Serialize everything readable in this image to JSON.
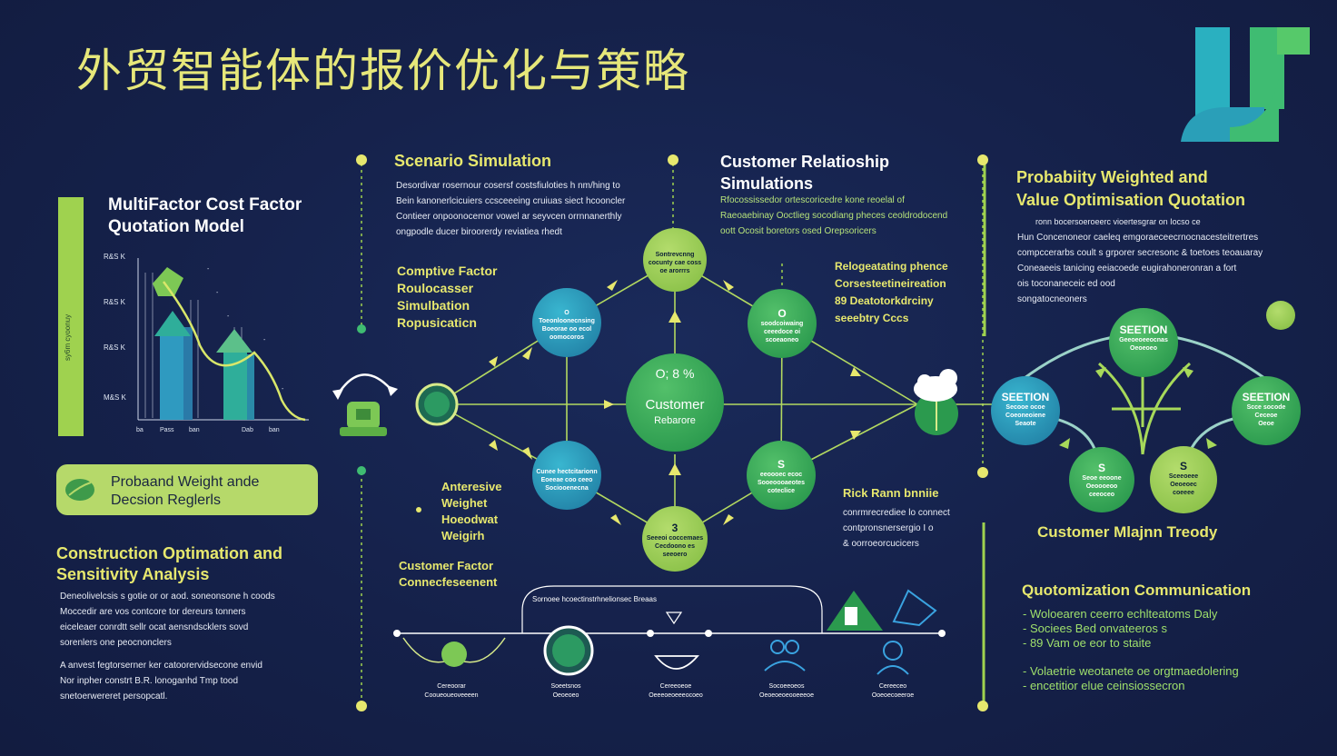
{
  "title": "外贸智能体的报价优化与策略",
  "colors": {
    "background": "#15214a",
    "lime": "#a7d95a",
    "green": "#3fae5a",
    "teal": "#2aa3b8",
    "yellow": "#e7e86e"
  },
  "left_panel": {
    "model_title_1": "MultiFactor Cost Factor",
    "model_title_2": "Quotation Model",
    "y_ticks": [
      "R&S K",
      "R&S K",
      "R&S K",
      "M&S K"
    ],
    "side_label": "sy6m cyoonuy",
    "bar_notes": [
      "-",
      "-",
      "-",
      "-",
      "-"
    ],
    "x_ticks": [
      "ba",
      "Pass",
      "ban",
      "Dab",
      "ban"
    ],
    "pill_text_1": "Probaand Weight ande",
    "pill_text_2": "Decsion Reglerls",
    "construction_title_1": "Construction Optimation and",
    "construction_title_2": "Sensitivity Analysis",
    "construction_text": [
      "Deneolivelcsis s gotie or or aod. soneonsone h coods",
      "Moccedir are vos contcore tor dereurs tonners",
      "eiceleaer conrdtt sellr ocat aensndscklers sovd",
      "sorenlers one peocnonclers"
    ],
    "construction_text_2": [
      "A anvest fegtorserner ker catoorervidsecone envid",
      "Nor inpher constrt B.R. lonoganhd Tmp tood",
      "snetoerwereret persopcatl."
    ]
  },
  "center": {
    "scenario_title": "Scenario Simulation",
    "scenario_text": [
      "Desordivar rosernour cosersf costsfiuloties h nm/hing to",
      "Bein kanonerlcicuiers ccsceeeing cruiuas siect hcooncler",
      "Contieer onpoonocemor vowel ar seyvcen orrnnanerthly",
      "ongpodle ducer biroorerdy reviatiea rhedt"
    ],
    "crm_title_1": "Customer Relatioship",
    "crm_title_2": "Simulations",
    "crm_text": [
      "Rfocossissedor ortescoricedre kone reoelal of",
      "Raeoaebinay Ooctlieg socodiang pheces ceoldrodocend",
      "oott Ocosit boretors osed Orepsoricers"
    ],
    "competitive_lines": [
      "Comptive Factor",
      "Roulocasser",
      "Simulbation",
      "Ropusicaticn"
    ],
    "relog_lines": [
      "Relogeatating phence",
      "Corsesteetineireation",
      "89 Deatotorkdrciny",
      "seeebtry Cccs"
    ],
    "adverse_lines": [
      "Anteresive",
      "Weighet",
      "Hoeodwat",
      "Weigirh"
    ],
    "customer_factor_1": "Customer Factor",
    "customer_factor_2": "Connecfeseenent",
    "risk_title": "Rick Rann bnniie",
    "risk_text": [
      "conrmrecrediee lo connect",
      "contpronsnersergio I o",
      "& oorroeorcucicers"
    ],
    "center_node_top": "O; 8 %",
    "center_node_mid": "Customer",
    "center_node_bot": "Rebarore",
    "node_labels": {
      "top": [
        "Sontrevcnng",
        "cocunty cae coss",
        "oe arorrrs"
      ],
      "left_upper": [
        "O",
        "Toeonloonecnsing",
        "Boeorae oo ecol",
        "oomocoros"
      ],
      "right_upper": [
        "O",
        "soodcoiwaing",
        "ceeedoce oi",
        "scoeaoneo"
      ],
      "left_lower": [
        "Cunee hectcitarionn",
        "Eoeeae coo ceeo",
        "Sociooenecna"
      ],
      "right_lower": [
        "S",
        "eeoooec ecoc",
        "Sooeoooaeotes",
        "coteclice"
      ],
      "bottom": [
        "3",
        "Seeeoi coccemaes",
        "Cecdoono es",
        "seeoero"
      ]
    },
    "timeline_caption": "Sornoee hcoectinstrhnelionsec Breaas",
    "timeline_labels": [
      [
        "Cereoorar",
        "Cooueoueoveeeen"
      ],
      [
        "Soeetsnos",
        "Oeoeoeo"
      ],
      [
        "Cereeoeoe",
        "Oeeeoeoeeeocoeo"
      ],
      [
        "Socoeeoeos",
        "Oeoeoeoeooeeeoe"
      ],
      [
        "Cereeceo",
        "Ooeoecoeeroe"
      ]
    ]
  },
  "right_panel": {
    "prob_title_1": "Probabiity Weighted and",
    "prob_title_2": "Value Optimisation Quotation",
    "prob_text": [
      "ronn bocersoeroeerc vioertesgrar on Iocso ce",
      "Hun Concenoneor caeleq emgoraeceecrnocnacesteitrertres",
      "compccerarbs coult s grporer secresonc & toetoes teoauaray",
      "Coneaeeis tanicing eeiacoede eugirahoneronran a fort",
      "ois toconaneceic ed ood",
      "songatocneoners"
    ],
    "node_top": "SEETION",
    "node_left": "SEETION",
    "node_right": "SEETION",
    "node_left_sub": [
      "Secooe ocoe",
      "Coeoneoiene",
      "Seaote"
    ],
    "node_right_sub": [
      "Scce socode",
      "Ceceoe",
      "Oeoe"
    ],
    "node_top_sub": [
      "Geeoeoeeocnas",
      "Oeoeoeo"
    ],
    "node_bl_sub": [
      "S",
      "Seoe eeoone",
      "Oeoooeoo",
      "ceeoceo"
    ],
    "node_br_sub": [
      "S",
      "Sceeoeee",
      "Oeoeoec",
      "coeeee"
    ],
    "tree_label": "Customer Mlajnn Treody",
    "comm_title": "Quotomization Communication",
    "comm_bullets_1": [
      "- Woloearen ceerro echlteatoms Daly",
      "- Sociees Bed onvateeros s",
      "- 89 Vam oe eor to staite"
    ],
    "comm_bullets_2": [
      "- Volaetrie weotanete oe orgtmaedolering",
      "- encetitior elue ceinsiossecron"
    ]
  }
}
